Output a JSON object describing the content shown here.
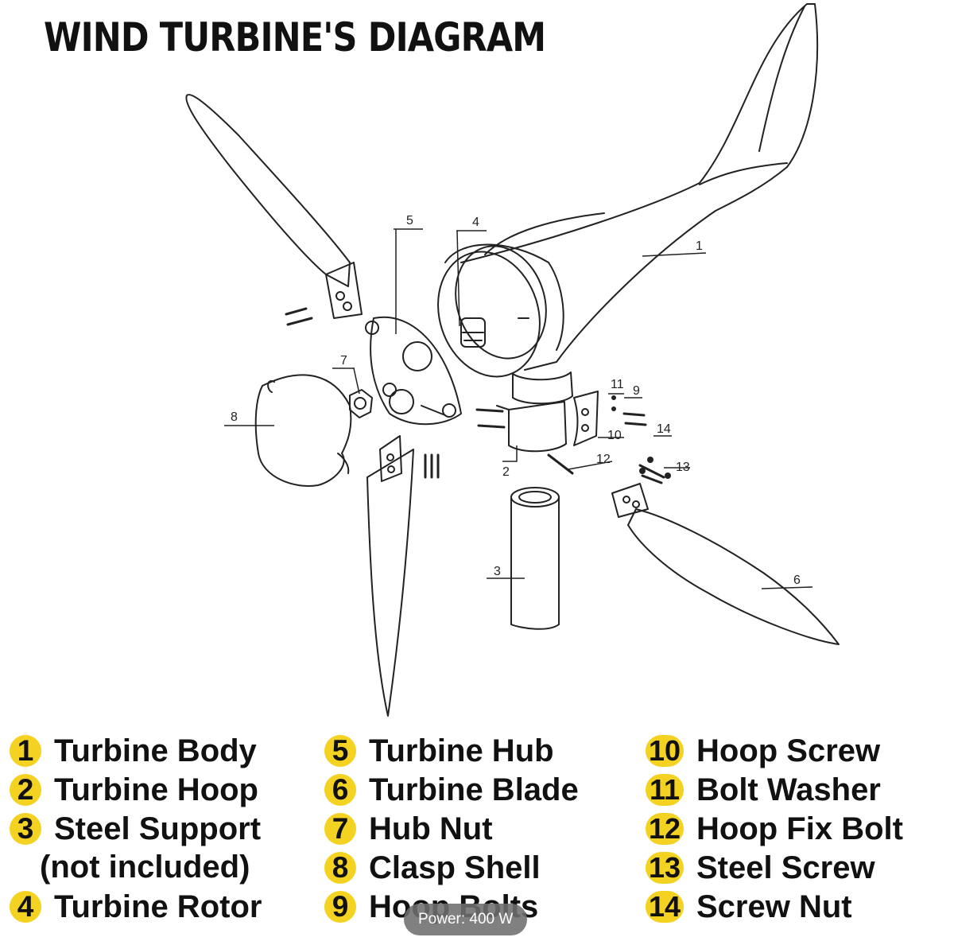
{
  "title": "WIND TURBINE'S DIAGRAM",
  "callouts": [
    "1",
    "2",
    "3",
    "4",
    "5",
    "6",
    "7",
    "8",
    "9",
    "10",
    "11",
    "12",
    "13",
    "14"
  ],
  "legend": {
    "col1": [
      {
        "num": "1",
        "label": "Turbine Body"
      },
      {
        "num": "2",
        "label": "Turbine Hoop"
      },
      {
        "num": "3",
        "label": "Steel Support",
        "label2": "(not included)"
      },
      {
        "num": "4",
        "label": "Turbine Rotor"
      }
    ],
    "col2": [
      {
        "num": "5",
        "label": "Turbine Hub"
      },
      {
        "num": "6",
        "label": "Turbine Blade"
      },
      {
        "num": "7",
        "label": "Hub Nut"
      },
      {
        "num": "8",
        "label": "Clasp Shell"
      },
      {
        "num": "9",
        "label": "Hoop Bolts"
      }
    ],
    "col3": [
      {
        "num": "10",
        "label": "Hoop Screw"
      },
      {
        "num": "11",
        "label": "Bolt Washer"
      },
      {
        "num": "12",
        "label": "Hoop Fix Bolt"
      },
      {
        "num": "13",
        "label": "Steel Screw"
      },
      {
        "num": "14",
        "label": "Screw Nut"
      }
    ]
  },
  "overlay": {
    "power": "Power: 400 W"
  },
  "colors": {
    "badge": "#f3d221",
    "line": "#222222"
  }
}
